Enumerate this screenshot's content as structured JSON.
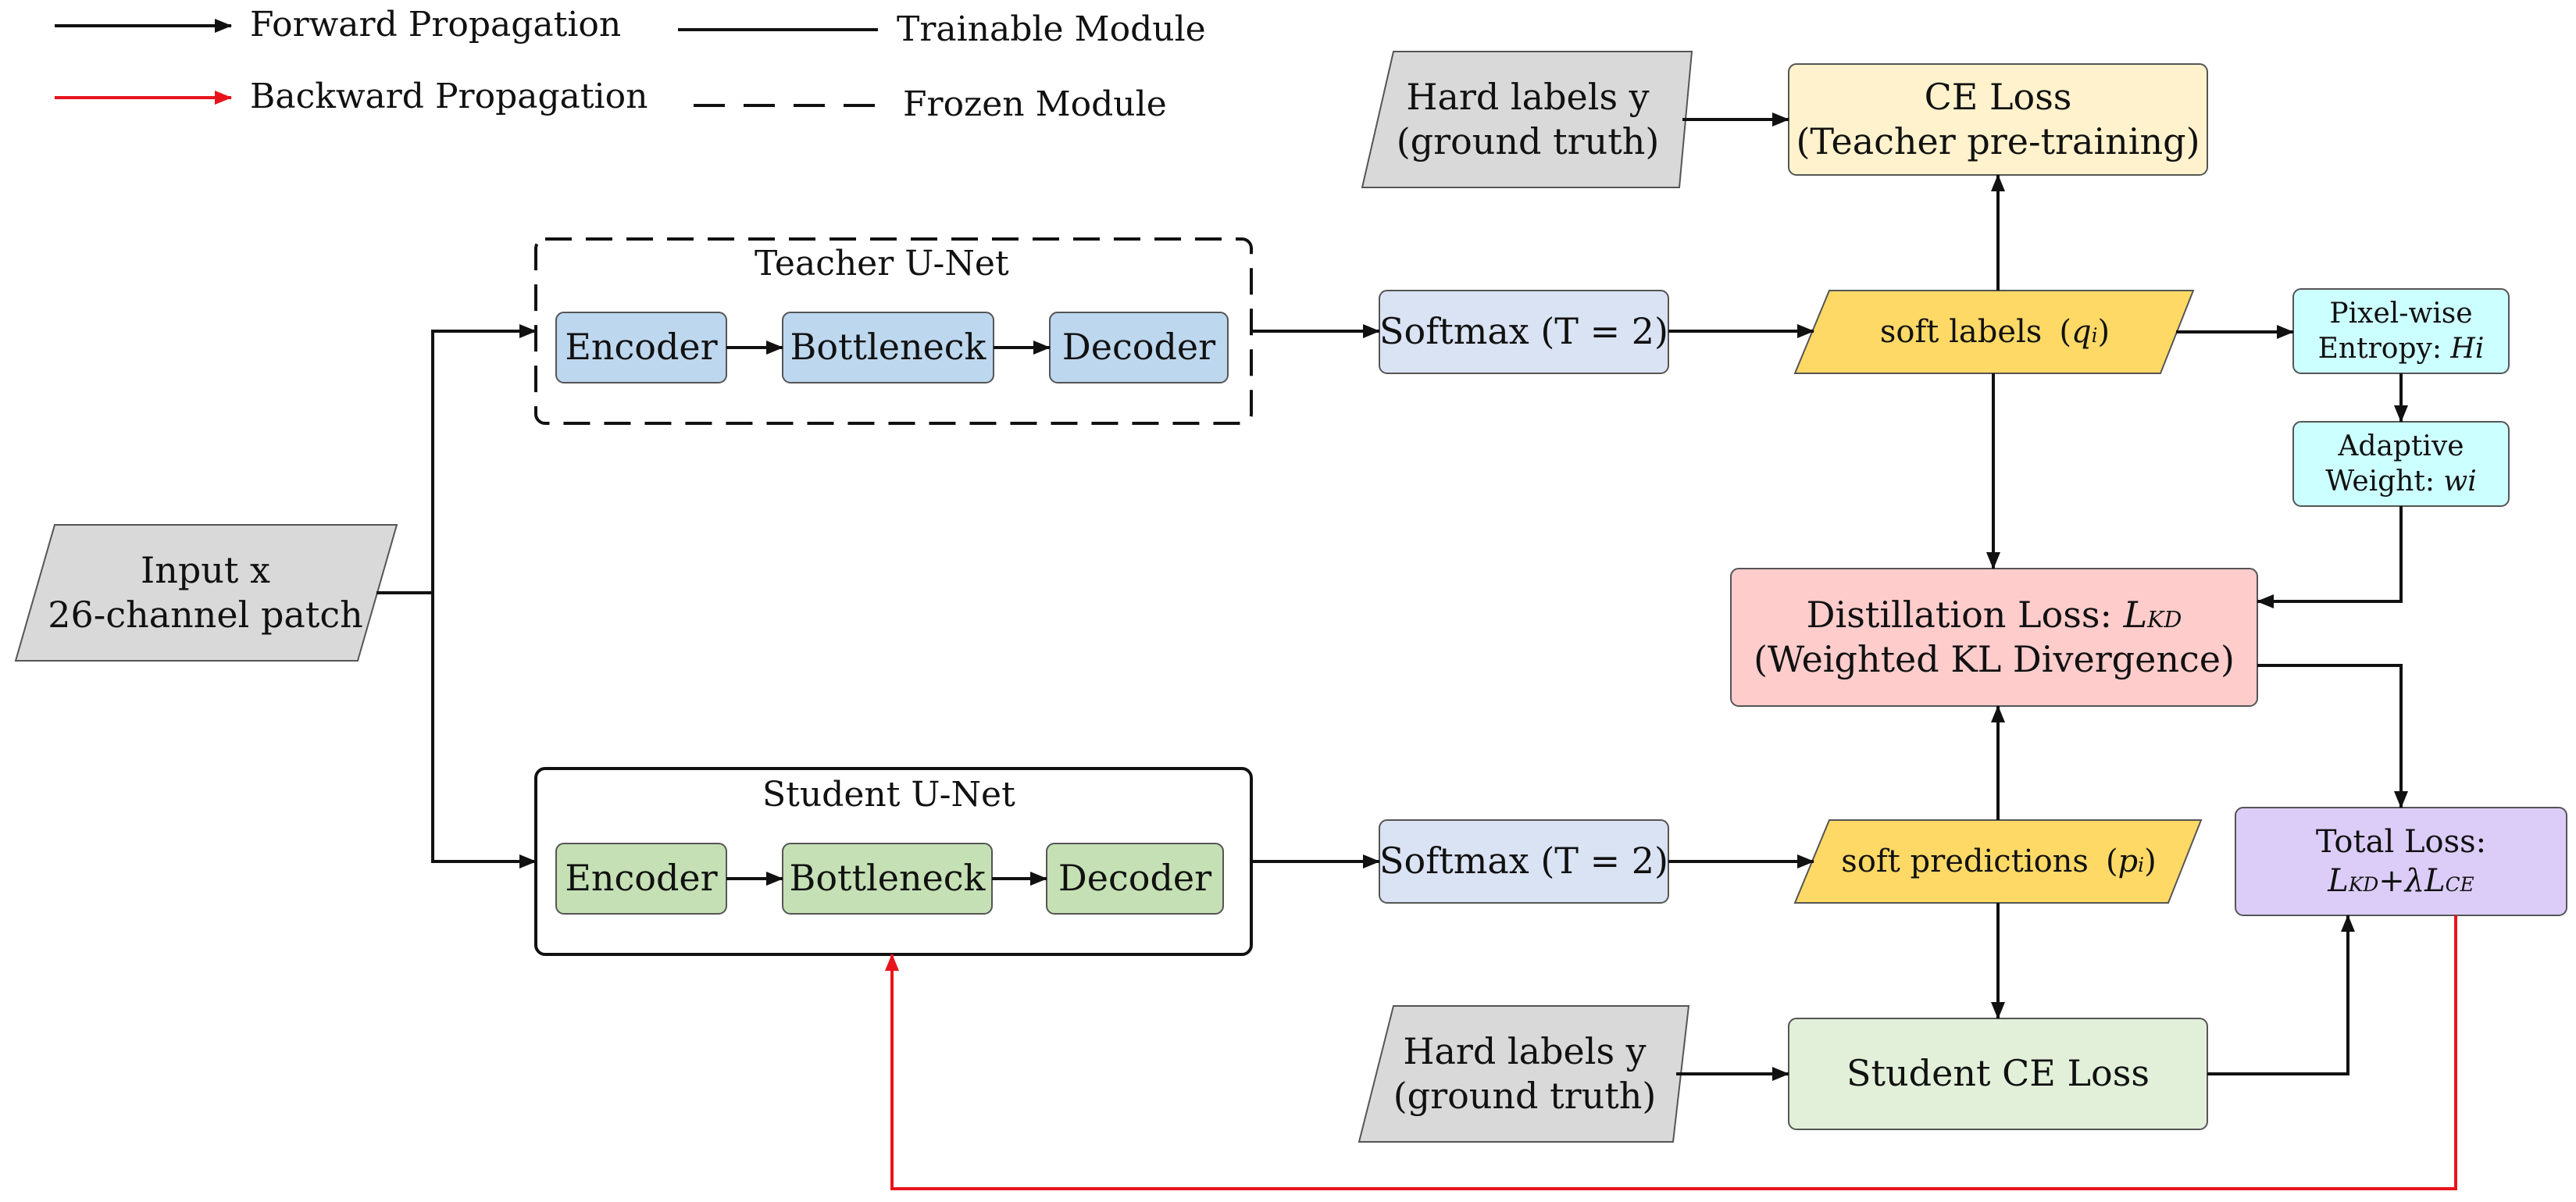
{
  "legend": {
    "forward": "Forward Propagation",
    "backward": "Backward Propagation",
    "trainable": "Trainable Module",
    "frozen": "Frozen Module"
  },
  "input": {
    "line1": "Input x",
    "line2": "26-channel patch"
  },
  "teacher": {
    "title": "Teacher U-Net",
    "encoder": "Encoder",
    "bottleneck": "Bottleneck",
    "decoder": "Decoder"
  },
  "student": {
    "title": "Student U-Net",
    "encoder": "Encoder",
    "bottleneck": "Bottleneck",
    "decoder": "Decoder"
  },
  "softmax_teacher": "Softmax (T = 2)",
  "softmax_student": "Softmax (T = 2)",
  "hard_labels_top": {
    "line1": "Hard labels y",
    "line2": "(ground truth)"
  },
  "hard_labels_bottom": {
    "line1": "Hard labels y",
    "line2": "(ground truth)"
  },
  "ce_loss": {
    "line1": "CE Loss",
    "line2": "(Teacher pre-training)"
  },
  "soft_labels": {
    "text": "soft labels",
    "symbol": "q",
    "subscript": "i"
  },
  "soft_predictions": {
    "text": "soft predictions",
    "symbol": "p",
    "subscript": "i"
  },
  "entropy": {
    "line1": "Pixel-wise",
    "line2_prefix": "Entropy:",
    "symbol": "Hi"
  },
  "adaptive_weight": {
    "line1": "Adaptive",
    "line2_prefix": "Weight:",
    "symbol": "wi"
  },
  "distillation": {
    "prefix": "Distillation Loss:",
    "symbol": "L",
    "subscript": "KD",
    "line2": "(Weighted KL Divergence)"
  },
  "total_loss": {
    "line1": "Total Loss:",
    "l1": "L",
    "s1": "KD",
    "op": "+",
    "lambda": "λ",
    "l2": "L",
    "s2": "CE"
  },
  "student_ce": "Student CE Loss",
  "colors": {
    "gray": "#d9d9d9",
    "blue": "#bdd7ee",
    "green": "#c5e0b4",
    "lavender": "#dae3f3",
    "cream": "#fff2cc",
    "gold": "#ffd966",
    "cyan": "#ccffff",
    "pink": "#ffcccc",
    "purple": "#dccdf8",
    "mint": "#e2f0d9",
    "red": "#e8141c"
  }
}
